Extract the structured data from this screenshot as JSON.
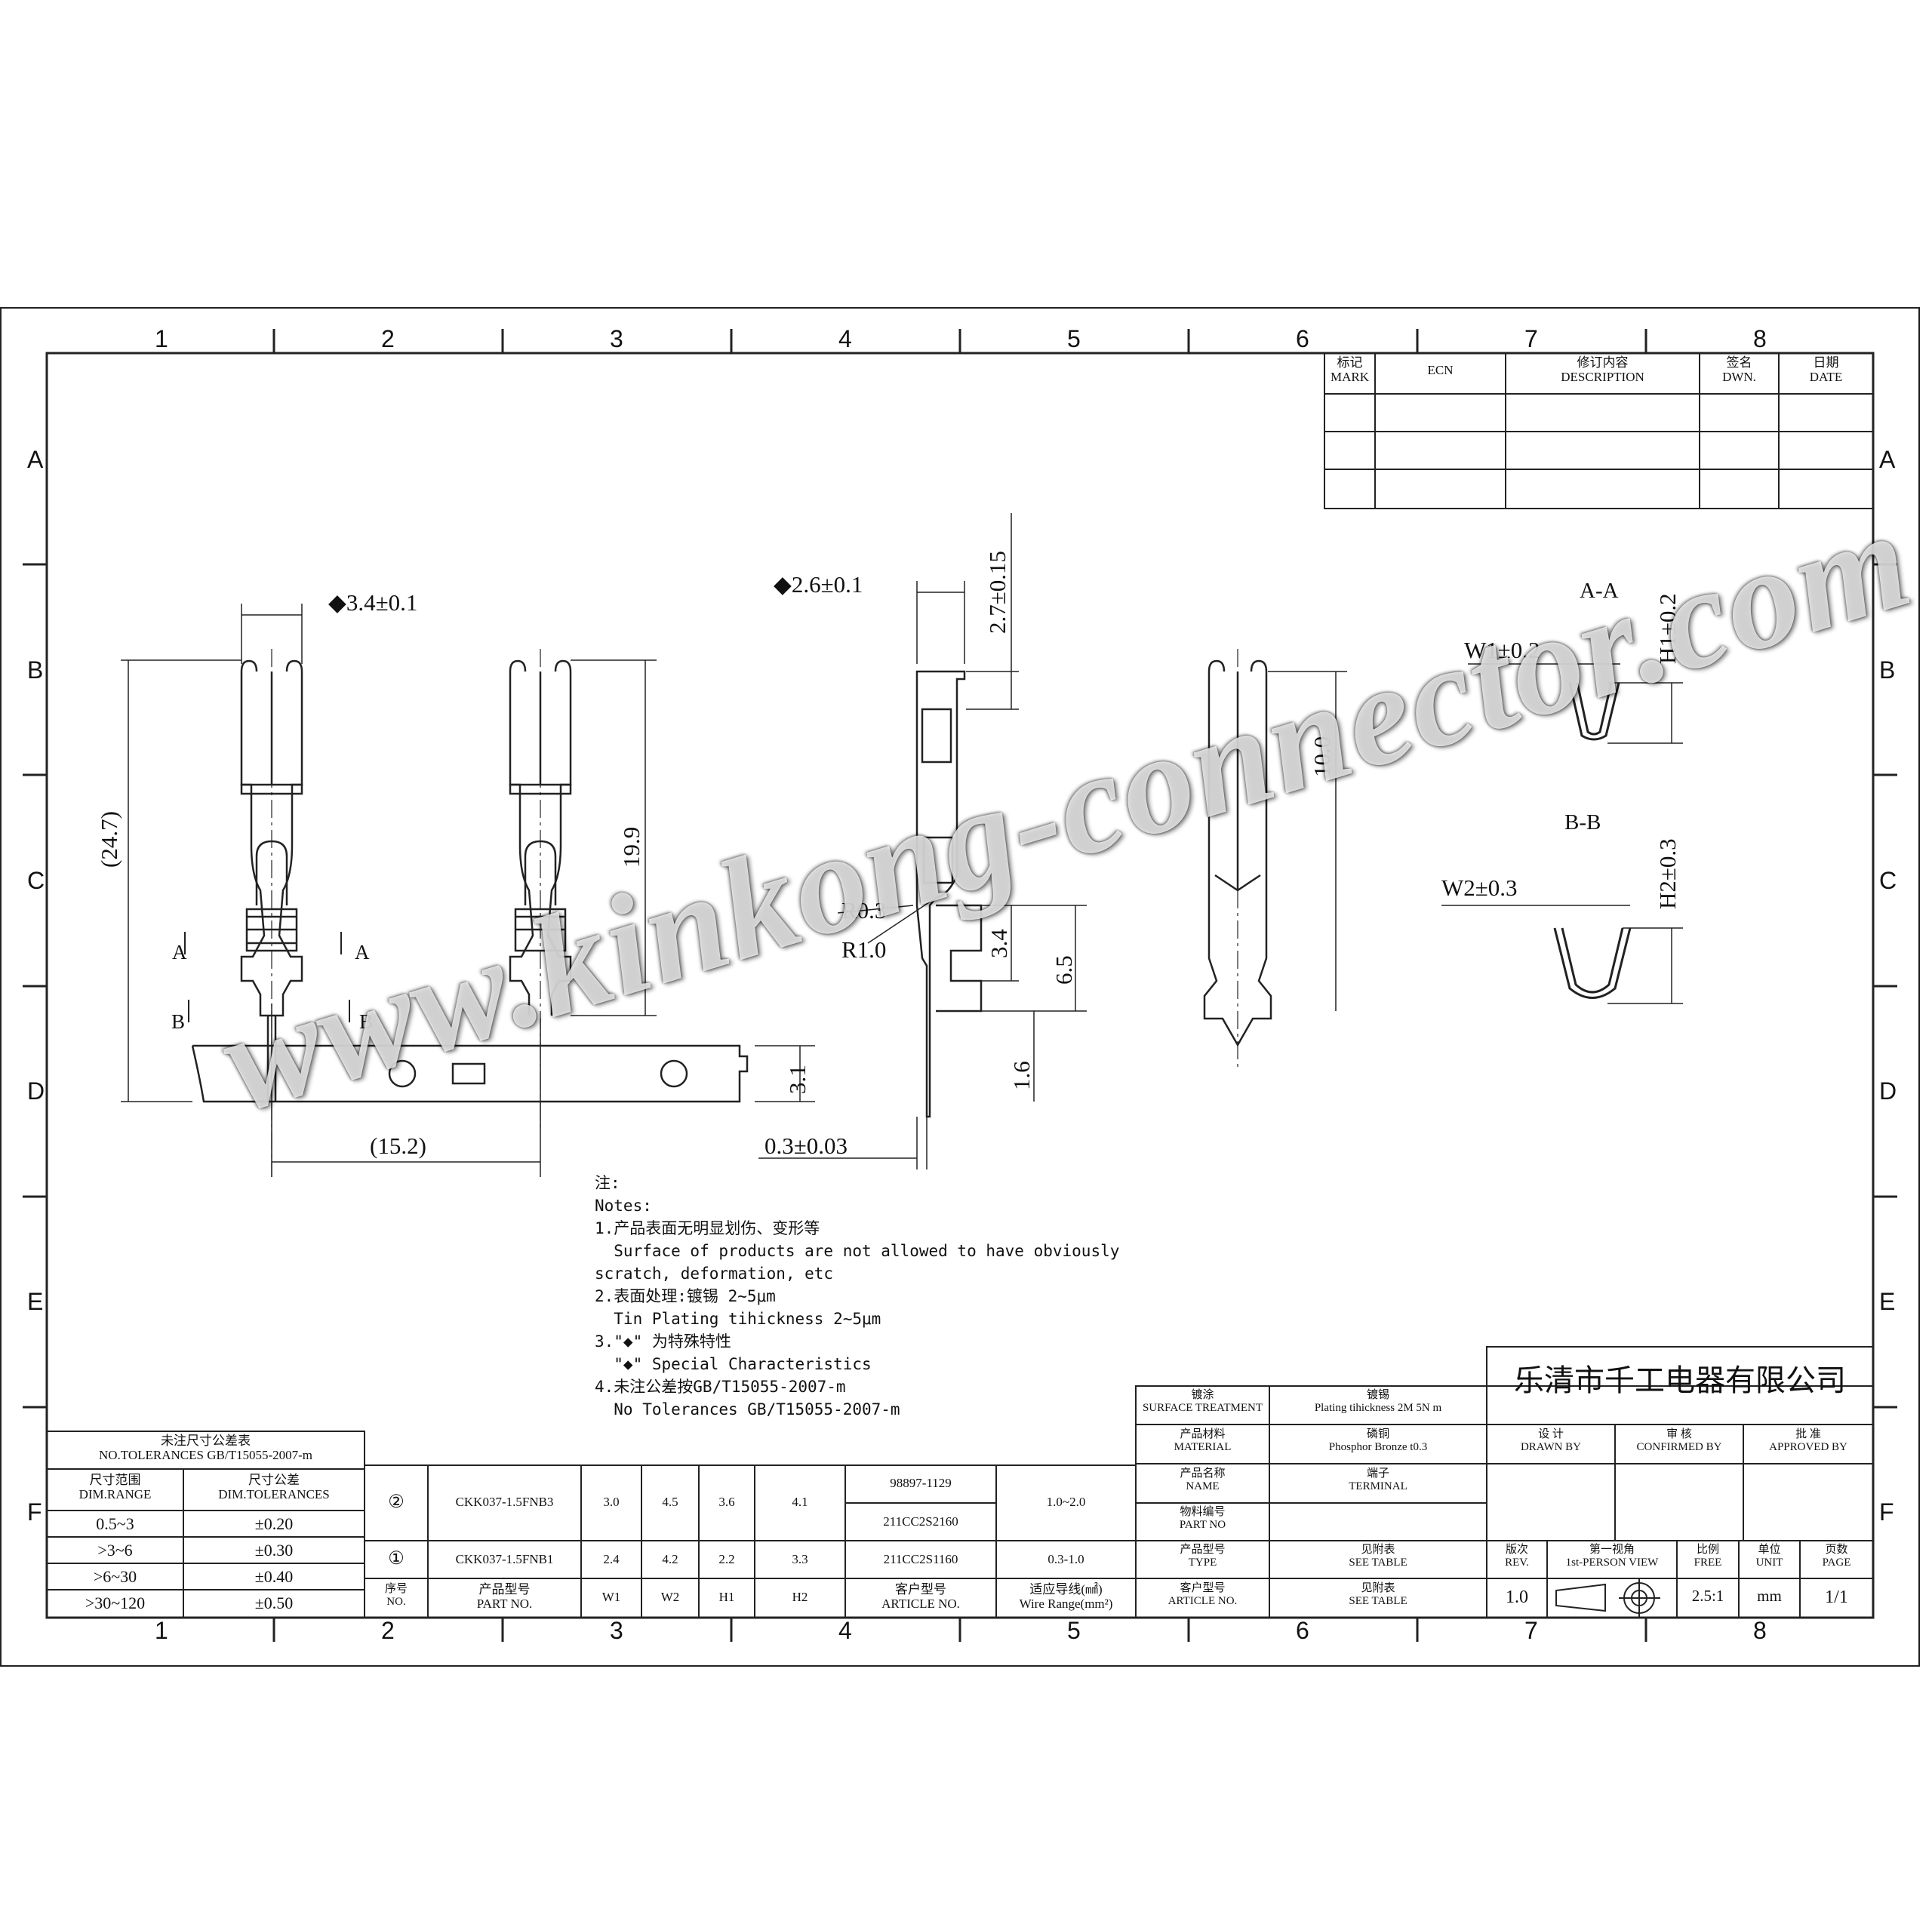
{
  "zones": {
    "columns": [
      "1",
      "2",
      "3",
      "4",
      "5",
      "6",
      "7",
      "8"
    ],
    "rows": [
      "A",
      "B",
      "C",
      "D",
      "E",
      "F"
    ]
  },
  "revision_table": {
    "headers": [
      {
        "cn": "标记",
        "en": "MARK"
      },
      {
        "cn": "",
        "en": "ECN"
      },
      {
        "cn": "修订内容",
        "en": "DESCRIPTION"
      },
      {
        "cn": "签名",
        "en": "DWN."
      },
      {
        "cn": "日期",
        "en": "DATE"
      }
    ]
  },
  "dimensions": {
    "d_3_4": "◆3.4±0.1",
    "d_24_7": "(24.7)",
    "d_19_9": "19.9",
    "d_15_2": "(15.2)",
    "d_3_1": "3.1",
    "d_2_6": "◆2.6±0.1",
    "d_2_7": "2.7±0.15",
    "d_r03": "R0.3",
    "d_r10": "R1.0",
    "d_3_4b": "3.4",
    "d_6_5": "6.5",
    "d_1_6": "1.6",
    "d_0_3": "0.3±0.03",
    "d_10_0": "10.0",
    "sec_a": "A",
    "sec_b": "B"
  },
  "sections": {
    "aa_title": "A-A",
    "w1": "W1±0.2",
    "h1": "H1±0.2",
    "bb_title": "B-B",
    "w2": "W2±0.3",
    "h2": "H2±0.3"
  },
  "notes": {
    "title_cn": "注:",
    "title_en": "Notes:",
    "lines": [
      "1.产品表面无明显划伤、变形等",
      "  Surface of products are not allowed to have obviously",
      "scratch, deformation, etc",
      "2.表面处理:镀锡 2~5μm",
      "  Tin Plating tihickness 2~5μm",
      "3.\"◆\" 为特殊特性",
      "  \"◆\" Special Characteristics",
      "4.未注公差按GB/T15055-2007-m",
      "  No Tolerances GB/T15055-2007-m"
    ]
  },
  "tolerance_table": {
    "title_cn": "未注尺寸公差表",
    "title_en": "NO.TOLERANCES GB/T15055-2007-m",
    "col1_cn": "尺寸范围",
    "col1_en": "DIM.RANGE",
    "col2_cn": "尺寸公差",
    "col2_en": "DIM.TOLERANCES",
    "rows": [
      {
        "range": "0.5~3",
        "tol": "±0.20"
      },
      {
        "range": ">3~6",
        "tol": "±0.30"
      },
      {
        "range": ">6~30",
        "tol": "±0.40"
      },
      {
        "range": ">30~120",
        "tol": "±0.50"
      }
    ]
  },
  "parts_table": {
    "rows": [
      {
        "no": "②",
        "part": "CKK037-1.5FNB3",
        "w1": "3.0",
        "w2": "4.5",
        "h1": "3.6",
        "h2": "4.1",
        "article_a": "98897-1129",
        "article_b": "211CC2S2160",
        "wire": "1.0~2.0"
      },
      {
        "no": "①",
        "part": "CKK037-1.5FNB1",
        "w1": "2.4",
        "w2": "4.2",
        "h1": "2.2",
        "h2": "3.3",
        "article_a": "211CC2S1160",
        "article_b": "",
        "wire": "0.3-1.0"
      }
    ],
    "header": {
      "no_cn": "序号",
      "no_en": "NO.",
      "part_cn": "产品型号",
      "part_en": "PART NO.",
      "w1": "W1",
      "w2": "W2",
      "h1": "H1",
      "h2": "H2",
      "article_cn": "客户型号",
      "article_en": "ARTICLE NO.",
      "wire_cn": "适应导线(㎟)",
      "wire_en": "Wire Range(mm²)"
    }
  },
  "title_block": {
    "company": "乐清市千工电器有限公司",
    "surface_cn": "镀涂",
    "surface_en": "SURFACE TREATMENT",
    "surface_val_cn": "镀锡",
    "surface_val_en": "Plating tihickness 2M 5N m",
    "material_cn": "产品材料",
    "material_en": "MATERIAL",
    "material_val_cn": "磷铜",
    "material_val_en": "Phosphor Bronze t0.3",
    "name_cn": "产品名称",
    "name_en": "NAME",
    "name_val": "端子",
    "name_val_en": "TERMINAL",
    "partno_cn": "物料编号",
    "partno_en": "PART NO",
    "type_cn": "产品型号",
    "type_en": "TYPE",
    "type_val_cn": "见附表",
    "type_val_en": "SEE TABLE",
    "article_cn": "客户型号",
    "article_en": "ARTICLE NO.",
    "article_val_cn": "见附表",
    "article_val_en": "SEE TABLE",
    "design_cn": "设 计",
    "design_en": "DRAWN BY",
    "check_cn": "审 核",
    "check_en": "CONFIRMED BY",
    "approve_cn": "批 准",
    "approve_en": "APPROVED BY",
    "rev_cn": "版次",
    "rev_en": "REV.",
    "rev_val": "1.0",
    "view_cn": "第一视角",
    "view_en": "1st-PERSON VIEW",
    "scale_cn": "比例",
    "scale_en": "FREE",
    "scale_val": "2.5:1",
    "unit_cn": "单位",
    "unit_en": "UNIT",
    "unit_val": "mm",
    "page_cn": "页数",
    "page_en": "PAGE",
    "page_val": "1/1"
  },
  "watermark": "www.kinkong-connector.com"
}
